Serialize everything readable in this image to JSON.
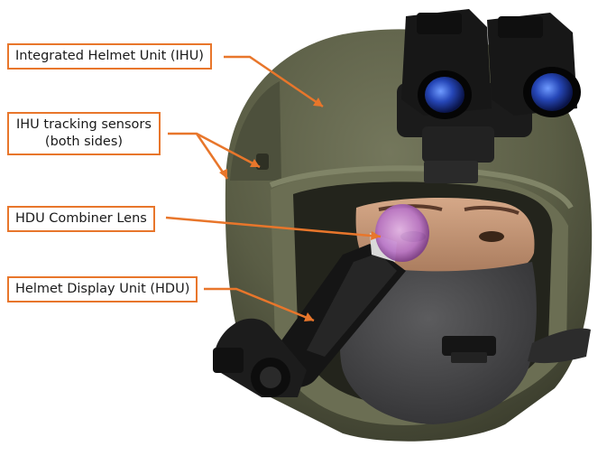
{
  "image": {
    "subject": "helmet-with-night-vision-goggles-and-display-unit",
    "colors": {
      "accent": "#e8762b",
      "helmet_shell": "#5b5e46",
      "mask": "#4a4a4c",
      "hardware": "#161616",
      "lens": "#c78ad2",
      "skin": "#c99a7a",
      "background": "#ffffff"
    }
  },
  "labels": {
    "ihu": "Integrated Helmet Unit (IHU)",
    "sensors_line1": "IHU tracking sensors",
    "sensors_line2": "(both sides)",
    "combiner": "HDU Combiner Lens",
    "hdu": "Helmet Display Unit (HDU)"
  }
}
